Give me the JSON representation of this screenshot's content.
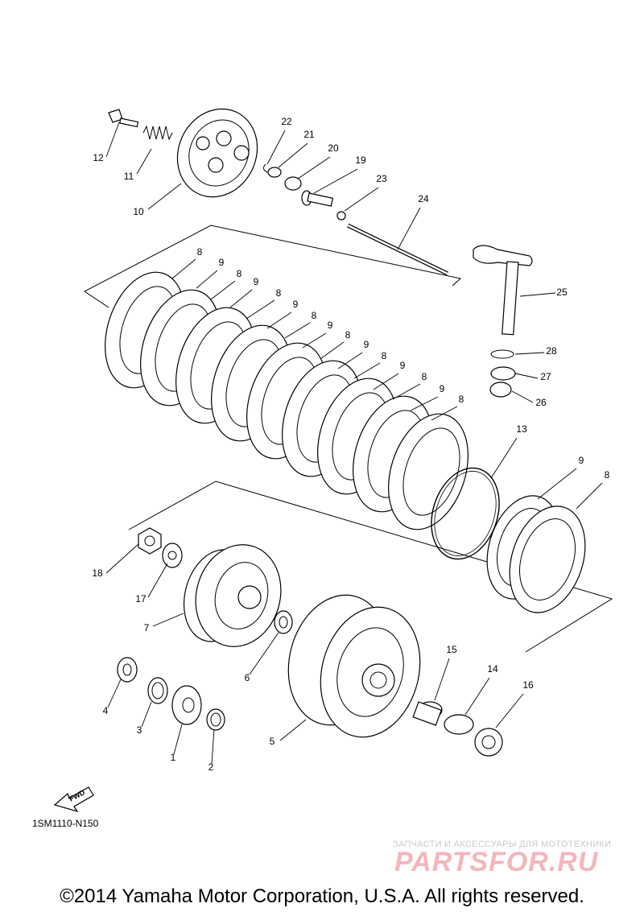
{
  "diagram": {
    "code": "1SM1110-N150",
    "fwd_label": "FWD",
    "copyright": "©2014 Yamaha Motor Corporation, U.S.A. All rights reserved.",
    "watermark": {
      "tagline": "ЗАПЧАСТИ И АКСЕССУАРЫ ДЛЯ МОТОТЕХНИКИ",
      "logo": "PARTSFOR.RU"
    },
    "callouts": [
      {
        "id": "12",
        "label": "12"
      },
      {
        "id": "11",
        "label": "11"
      },
      {
        "id": "10",
        "label": "10"
      },
      {
        "id": "22",
        "label": "22"
      },
      {
        "id": "21",
        "label": "21"
      },
      {
        "id": "20",
        "label": "20"
      },
      {
        "id": "19",
        "label": "19"
      },
      {
        "id": "23",
        "label": "23"
      },
      {
        "id": "24",
        "label": "24"
      },
      {
        "id": "25",
        "label": "25"
      },
      {
        "id": "28",
        "label": "28"
      },
      {
        "id": "27",
        "label": "27"
      },
      {
        "id": "26",
        "label": "26"
      },
      {
        "id": "13",
        "label": "13"
      },
      {
        "id": "8a",
        "label": "8"
      },
      {
        "id": "9a",
        "label": "9"
      },
      {
        "id": "8b",
        "label": "8"
      },
      {
        "id": "9b",
        "label": "9"
      },
      {
        "id": "8c",
        "label": "8"
      },
      {
        "id": "9c",
        "label": "9"
      },
      {
        "id": "8d",
        "label": "8"
      },
      {
        "id": "9d",
        "label": "9"
      },
      {
        "id": "8e",
        "label": "8"
      },
      {
        "id": "9e",
        "label": "9"
      },
      {
        "id": "8f",
        "label": "8"
      },
      {
        "id": "9f",
        "label": "9"
      },
      {
        "id": "8g",
        "label": "8"
      },
      {
        "id": "9g",
        "label": "9"
      },
      {
        "id": "8h",
        "label": "8"
      },
      {
        "id": "9h",
        "label": "9"
      },
      {
        "id": "8i",
        "label": "8"
      },
      {
        "id": "18",
        "label": "18"
      },
      {
        "id": "17",
        "label": "17"
      },
      {
        "id": "7",
        "label": "7"
      },
      {
        "id": "6",
        "label": "6"
      },
      {
        "id": "5",
        "label": "5"
      },
      {
        "id": "4",
        "label": "4"
      },
      {
        "id": "3",
        "label": "3"
      },
      {
        "id": "1",
        "label": "1"
      },
      {
        "id": "2",
        "label": "2"
      },
      {
        "id": "15",
        "label": "15"
      },
      {
        "id": "14",
        "label": "14"
      },
      {
        "id": "16",
        "label": "16"
      }
    ]
  }
}
